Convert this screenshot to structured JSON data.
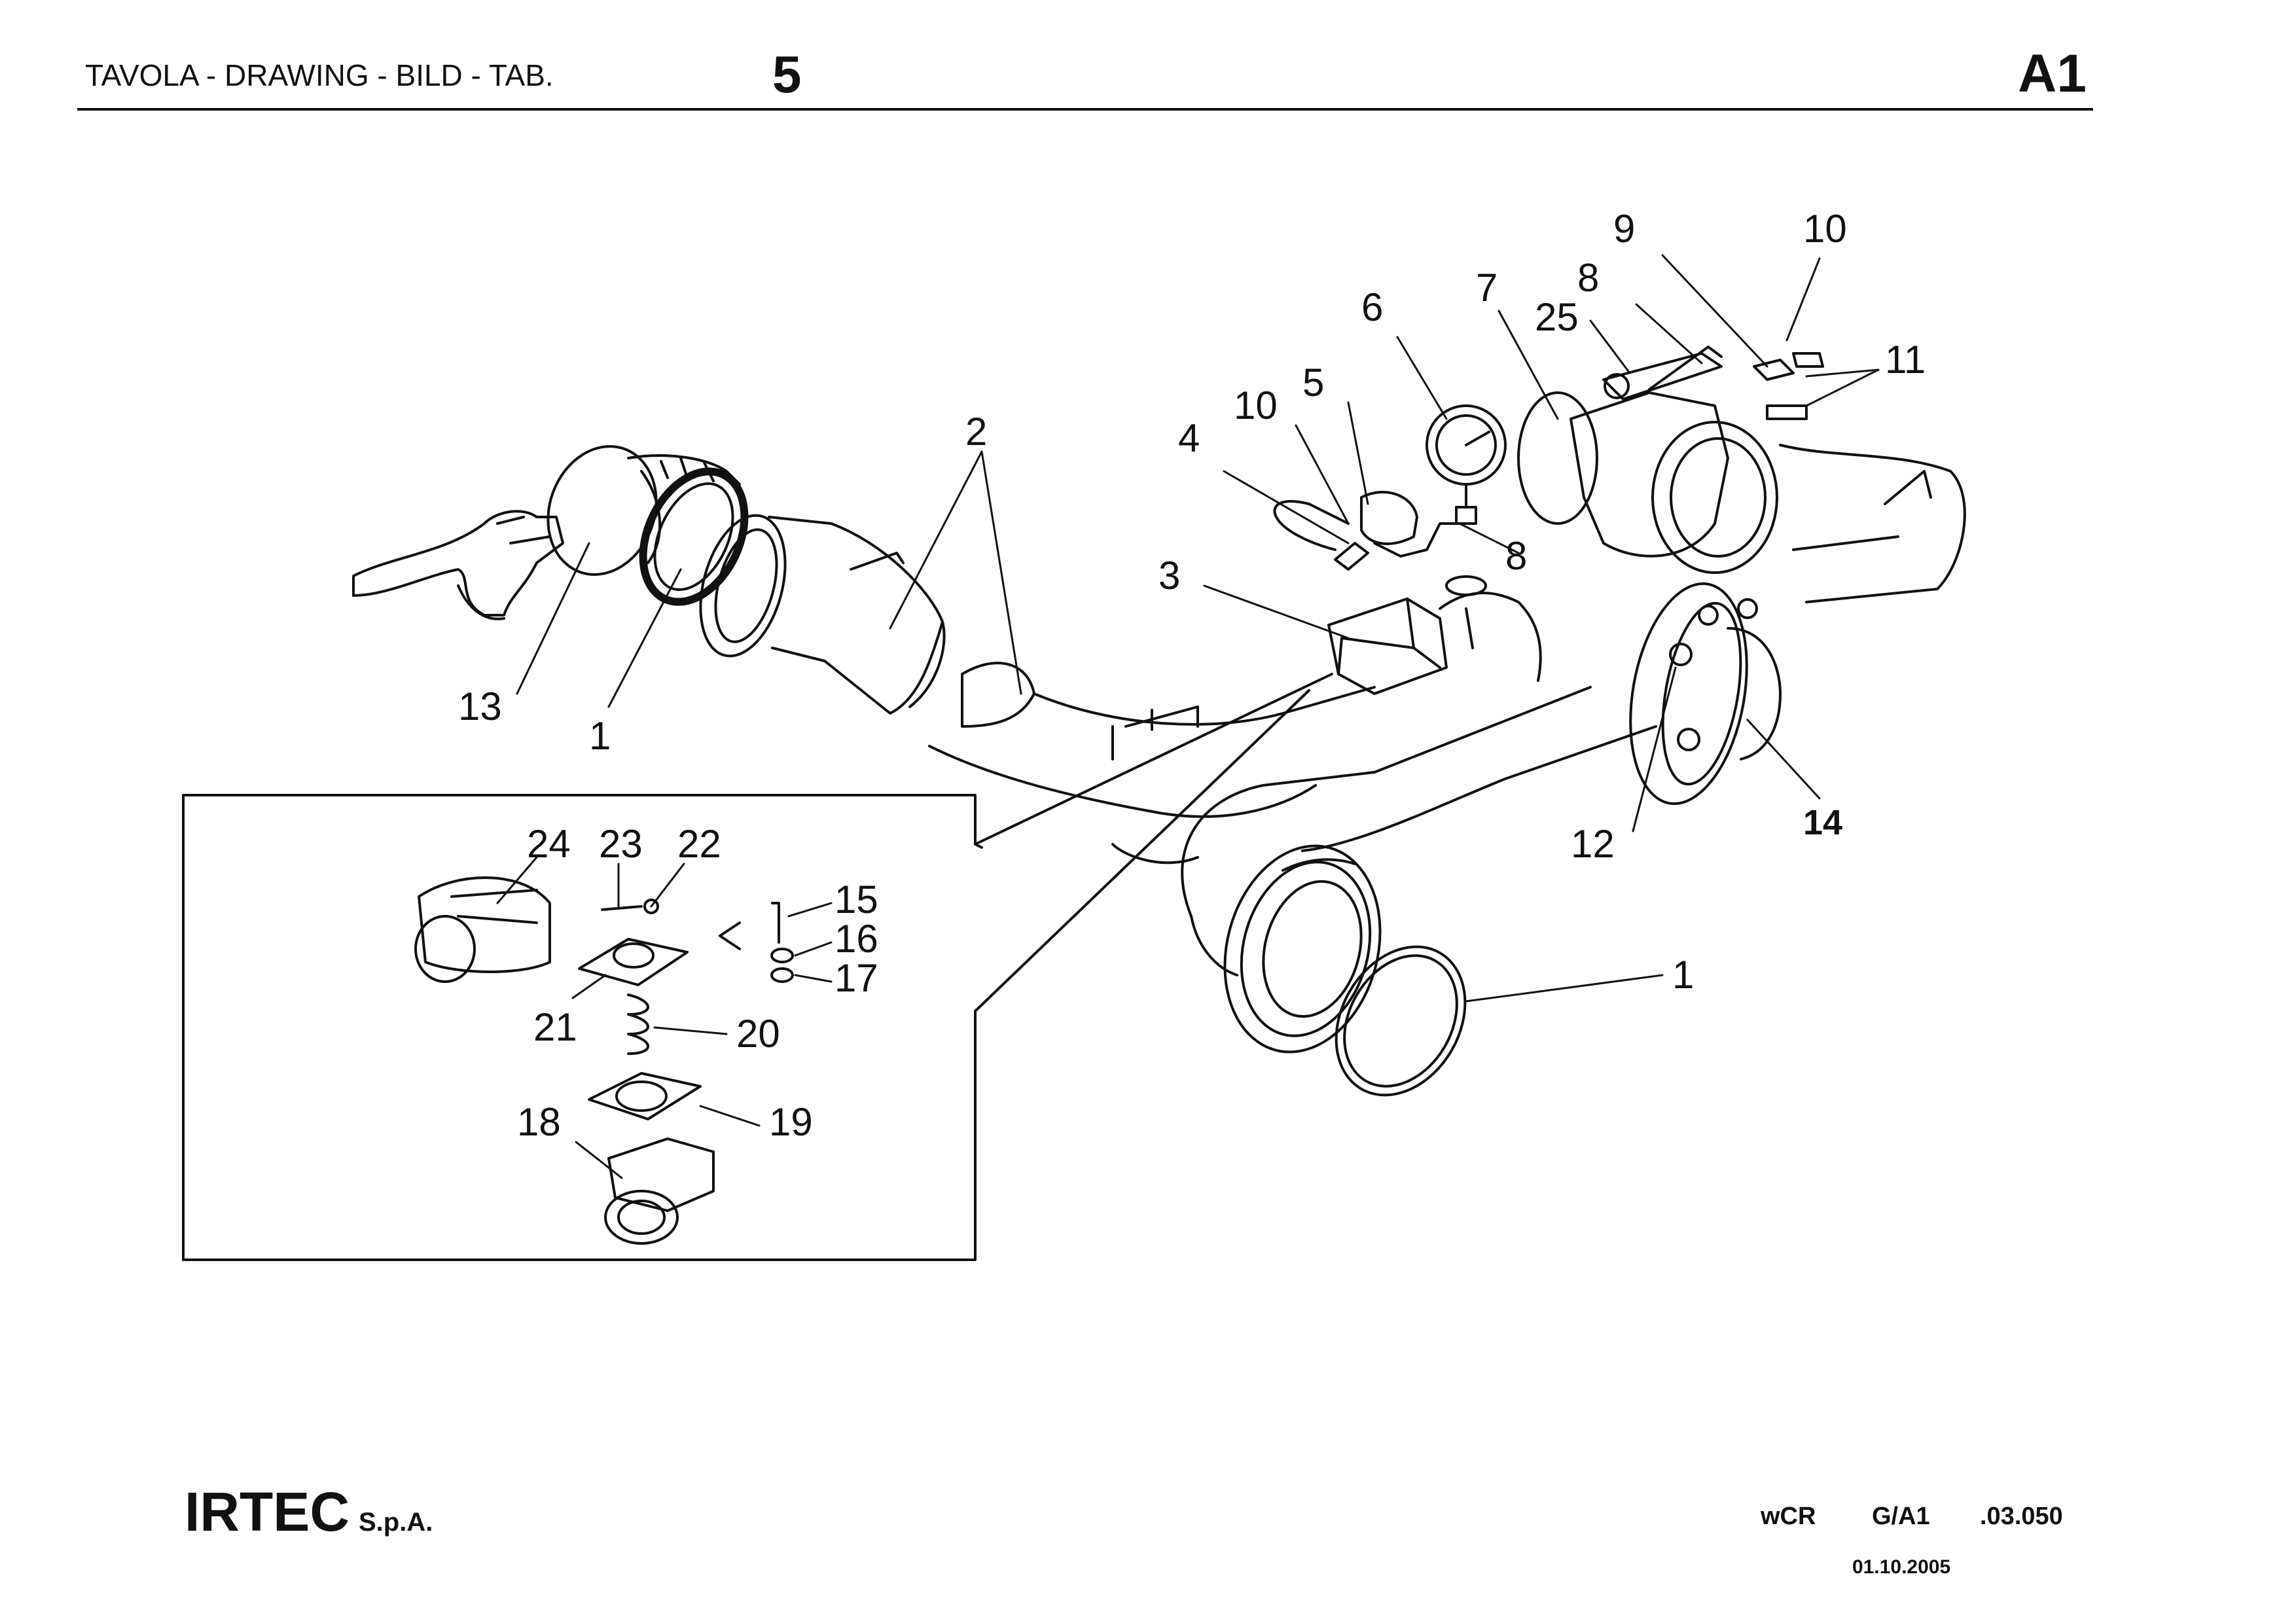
{
  "header": {
    "title": "TAVOLA - DRAWING - BILD - TAB.",
    "table_number": "5",
    "sheet": "A1"
  },
  "callouts": [
    {
      "id": "c13",
      "label": "13"
    },
    {
      "id": "c1a",
      "label": "1"
    },
    {
      "id": "c2",
      "label": "2"
    },
    {
      "id": "c3",
      "label": "3"
    },
    {
      "id": "c4",
      "label": "4"
    },
    {
      "id": "c10a",
      "label": "10"
    },
    {
      "id": "c5",
      "label": "5"
    },
    {
      "id": "c6",
      "label": "6"
    },
    {
      "id": "c7",
      "label": "7"
    },
    {
      "id": "c25",
      "label": "25"
    },
    {
      "id": "c8a",
      "label": "8"
    },
    {
      "id": "c9",
      "label": "9"
    },
    {
      "id": "c10b",
      "label": "10"
    },
    {
      "id": "c11",
      "label": "11"
    },
    {
      "id": "c8b",
      "label": "8"
    },
    {
      "id": "c12",
      "label": "12"
    },
    {
      "id": "c14",
      "label": "14"
    },
    {
      "id": "c1b",
      "label": "1"
    },
    {
      "id": "c24",
      "label": "24"
    },
    {
      "id": "c23",
      "label": "23"
    },
    {
      "id": "c22",
      "label": "22"
    },
    {
      "id": "c15",
      "label": "15"
    },
    {
      "id": "c16",
      "label": "16"
    },
    {
      "id": "c17",
      "label": "17"
    },
    {
      "id": "c21",
      "label": "21"
    },
    {
      "id": "c20",
      "label": "20"
    },
    {
      "id": "c19",
      "label": "19"
    },
    {
      "id": "c18",
      "label": "18"
    }
  ],
  "footer": {
    "company": "IRTEC",
    "company_suffix": "S.p.A.",
    "code_1": "wCR",
    "code_2": "G/A1",
    "code_3": ".03.050",
    "date": "01.10.2005"
  }
}
